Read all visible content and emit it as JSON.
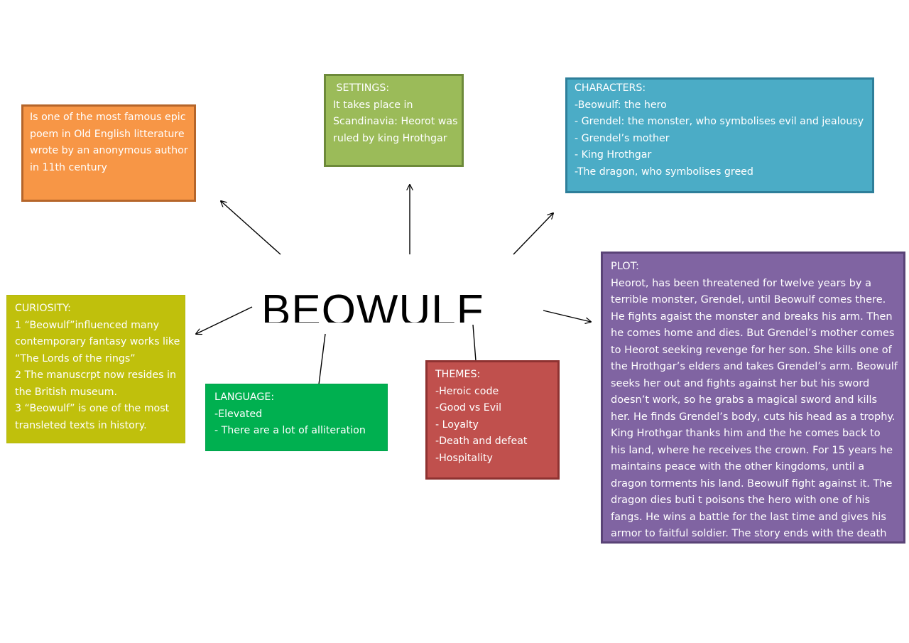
{
  "title": "BEOWULF",
  "colors": {
    "intro": "#f79646",
    "settings": "#9bbb59",
    "characters": "#4bacc6",
    "plot": "#8064a2",
    "curiosity": "#c0c00c",
    "language": "#00b050",
    "themes": "#c0504d",
    "text": "#ffffff",
    "arrow": "#000000"
  },
  "intro": {
    "lines": [
      "Is one of the most famous epic",
      "poem in Old English litterature",
      "wrote by an anonymous author",
      "in 11th century"
    ]
  },
  "settings": {
    "heading": " SETTINGS:",
    "lines": [
      "It takes place in",
      "Scandinavia: Heorot was",
      "ruled by king Hrothgar"
    ]
  },
  "characters": {
    "heading": "CHARACTERS:",
    "lines": [
      "-Beowulf: the hero",
      "- Grendel: the monster, who symbolises evil and jealousy",
      "- Grendel’s mother",
      "- King Hrothgar",
      "-The dragon, who symbolises greed"
    ]
  },
  "plot": {
    "heading": "PLOT:",
    "text": "Heorot, has been threatened for twelve years by a terrible monster, Grendel, until Beowulf comes there. He fights agaist the monster and breaks his arm. Then he comes home and dies. But Grendel’s mother comes to Heorot seeking revenge for her son. She kills one of the Hrothgar’s elders and takes Grendel’s arm. Beowulf  seeks her out and fights against her but his sword doesn’t work, so he grabs a magical sword and kills her. He finds Grendel’s body, cuts his head as a trophy. King Hrothgar thanks him and the he comes back to his land, where he receives the crown. For 15 years he maintains peace with the other kingdoms, until a dragon torments his land. Beowulf fight against it. The dragon dies buti t poisons the hero with one of his fangs. He wins a battle for the last time and gives his armor to faitful soldier. The story ends with the death of the hero and his funeral."
  },
  "curiosity": {
    "heading": "CURIOSITY:",
    "lines": [
      "1 “Beowulf”influenced many",
      "contemporary fantasy works like",
      "“The Lords of the rings”",
      "2 The manuscrpt now resides in",
      "the British museum.",
      "3 “Beowulf” is one of the most",
      "transleted texts in history."
    ]
  },
  "language": {
    "heading": "LANGUAGE:",
    "lines": [
      "-Elevated",
      "- There are a lot of alliteration"
    ]
  },
  "themes": {
    "heading": "THEMES:",
    "lines": [
      "-Heroic code",
      "-Good vs Evil",
      "- Loyalty",
      "-Death and defeat",
      "-Hospitality"
    ]
  }
}
